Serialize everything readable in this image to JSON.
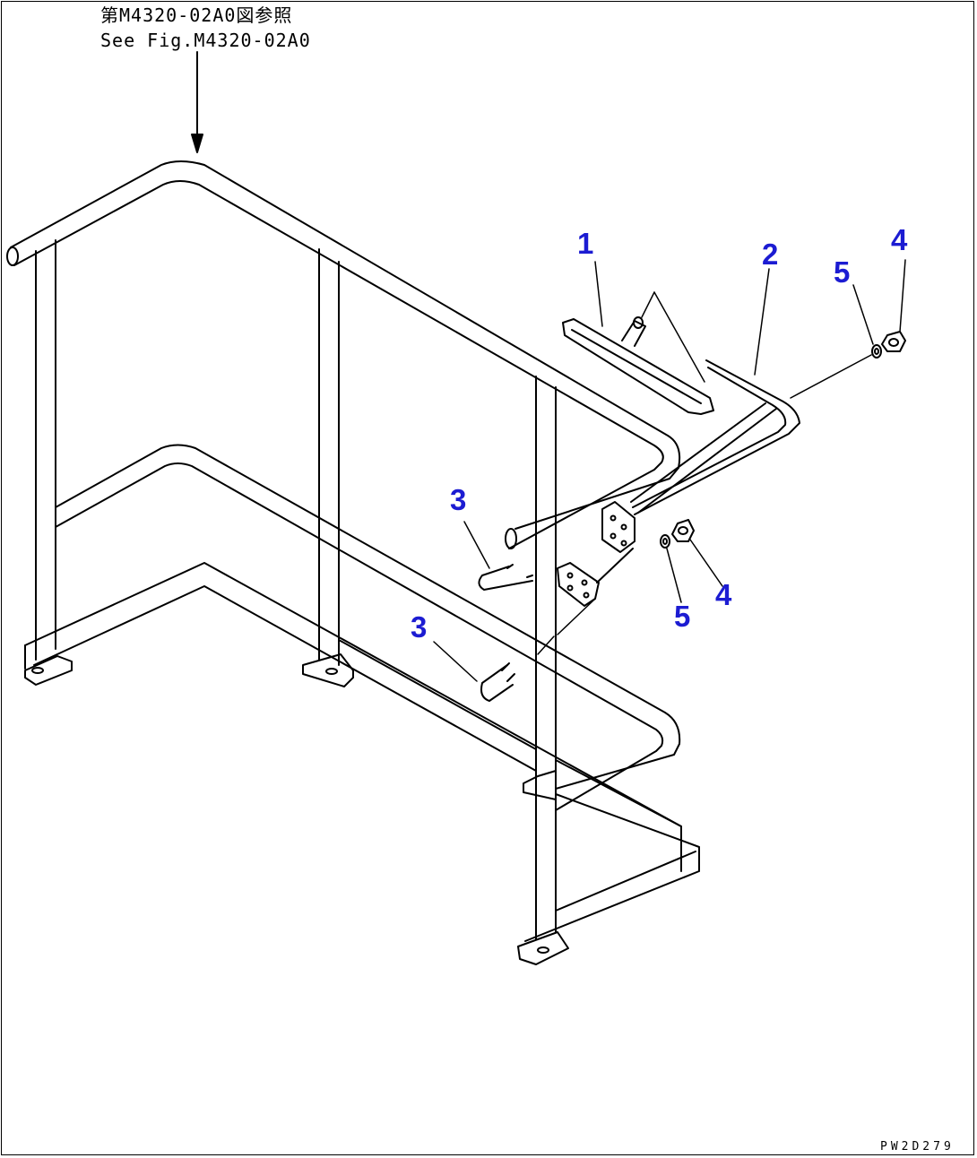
{
  "reference": {
    "line_jp": "第M4320-02A0図参照",
    "line_en": "See Fig.M4320-02A0"
  },
  "callouts": [
    {
      "id": "c1",
      "number": "1"
    },
    {
      "id": "c2",
      "number": "2"
    },
    {
      "id": "c3a",
      "number": "3"
    },
    {
      "id": "c3b",
      "number": "3"
    },
    {
      "id": "c4a",
      "number": "4"
    },
    {
      "id": "c4b",
      "number": "4"
    },
    {
      "id": "c5a",
      "number": "5"
    },
    {
      "id": "c5b",
      "number": "5"
    }
  ],
  "drawing_code": "PW2D279",
  "colors": {
    "callout": "#1c1cd2",
    "line": "#000000",
    "background": "#ffffff"
  }
}
